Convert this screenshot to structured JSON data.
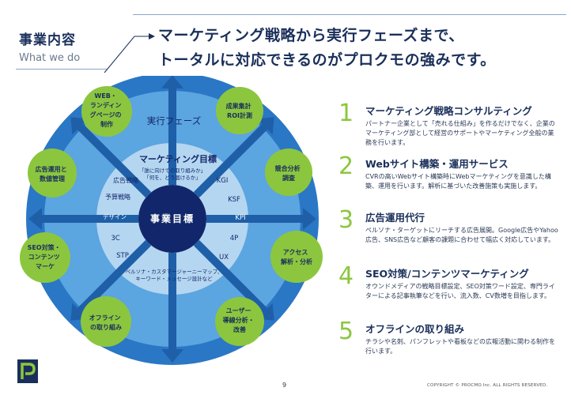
{
  "header": {
    "title": "事業内容",
    "subtitle": "What we do",
    "headline_line1": "マーケティング戦略から実行フェーズまで、",
    "headline_line2": "トータルに対応できるのがプロクモの強みです。"
  },
  "diagram": {
    "outer_circles": [
      {
        "lines": [
          "WEB・",
          "ランディン",
          "グページの",
          "制作"
        ]
      },
      {
        "lines": [
          "成果集計",
          "ROI計測"
        ]
      },
      {
        "lines": [
          "競合分析",
          "調査"
        ]
      },
      {
        "lines": [
          "アクセス",
          "解析・分析"
        ]
      },
      {
        "lines": [
          "ユーザー",
          "導線分析・",
          "改善"
        ]
      },
      {
        "lines": [
          "オフライン",
          "の取り組み"
        ]
      },
      {
        "lines": [
          "SEO対策・",
          "コンテンツ",
          "マーケ"
        ]
      },
      {
        "lines": [
          "広告運用と",
          "数値管理"
        ]
      }
    ],
    "phase_label": "実行フェーズ",
    "goal_title": "マーケティング目標",
    "goal_sub1": "「誰に向けての取り組みか」",
    "goal_sub2": "「何を、どう届けるか」",
    "core_label": "事業目標",
    "keywords": {
      "ad_strategy": "広告戦略",
      "kgi": "KGI",
      "budget": "予算戦略",
      "ksf": "KSF",
      "design": "デザイン",
      "kpi": "KPI",
      "c3": "3C",
      "p4": "4P",
      "stp": "STP",
      "ux": "UX"
    },
    "bottom_note1": "ペルソナ・カスタマージャーニーマップ、",
    "bottom_note2": "キーワード・メッセージ設計など"
  },
  "services": [
    {
      "num": "1",
      "title": "マーケティング戦略コンサルティング",
      "desc": "パートナー企業として「売れる仕組み」を作るだけでなく、企業のマーケティング部として経営のサポートやマーケティング全般の業務を行います。"
    },
    {
      "num": "2",
      "title": "Webサイト構築・運用サービス",
      "desc": "CVRの高いWebサイト構築時にWebマーケティングを意識した構築、運用を行います。解析に基づいた改善施策も実施します。"
    },
    {
      "num": "3",
      "title": "広告運用代行",
      "desc": "ペルソナ・ターゲットにリーチする広告展開。Google広告やYahoo広告、SNS広告など顧客の課題に合わせて幅広く対応しています。"
    },
    {
      "num": "4",
      "title": "SEO対策/コンテンツマーケティング",
      "desc": "オウンドメディアの戦略目標設定、SEO対策ワード設定、専門ライターによる記事執筆などを行い、流入数、CV数増を目指します。"
    },
    {
      "num": "5",
      "title": "オフラインの取り組み",
      "desc": "チラシや名刺、パンフレットや看板などの広報活動に関わる制作を行います。"
    }
  ],
  "footer": {
    "page": "9",
    "copyright": "COPYRIGHT © PROCMO.Inc. ALL RIGHTS RESERVED."
  },
  "colors": {
    "navy": "#1a2f5a",
    "green": "#8cc63f",
    "ring_outer": "#2a77c6",
    "ring_mid": "#5ba5e0",
    "ring_inner": "#b5d6f0",
    "core": "#12276b"
  }
}
